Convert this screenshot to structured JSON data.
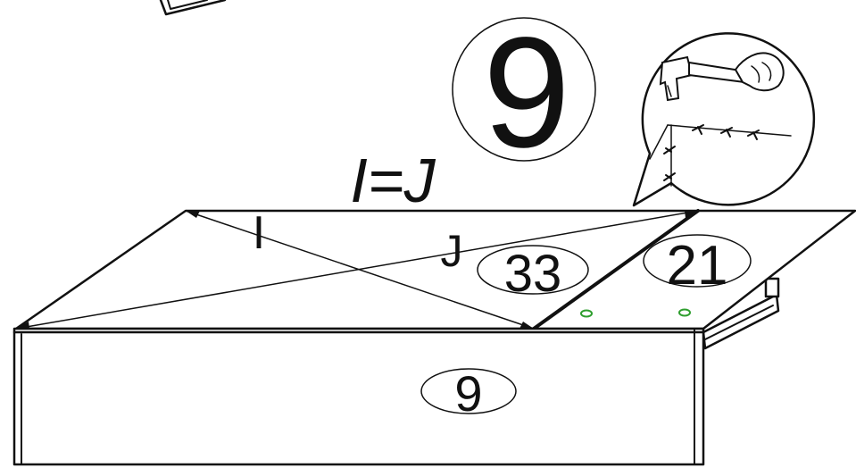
{
  "step": {
    "number": "9"
  },
  "equation": {
    "text": "I=J"
  },
  "diagonals": {
    "first_label": "I",
    "second_label": "J"
  },
  "parts": {
    "top_panel": "33",
    "side_panel": "21",
    "front_panel": "9"
  },
  "colors": {
    "ink": "#111111",
    "background": "#ffffff",
    "nail_hole": "#2e9e2e"
  },
  "icons": {
    "callout": "hammer-nailing-icon"
  }
}
